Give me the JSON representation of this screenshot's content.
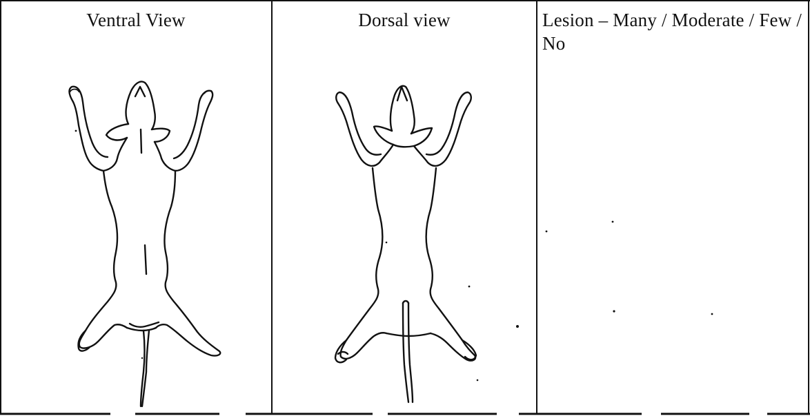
{
  "table": {
    "columns": [
      {
        "header": "Ventral View"
      },
      {
        "header": "Dorsal view"
      },
      {
        "header": "Lesion – Many / Moderate / Few / No"
      }
    ]
  },
  "figures": {
    "ventral": "rat-outline-ventral",
    "dorsal": "rat-outline-dorsal"
  },
  "colors": {
    "ink": "#111111",
    "paper": "#ffffff"
  }
}
